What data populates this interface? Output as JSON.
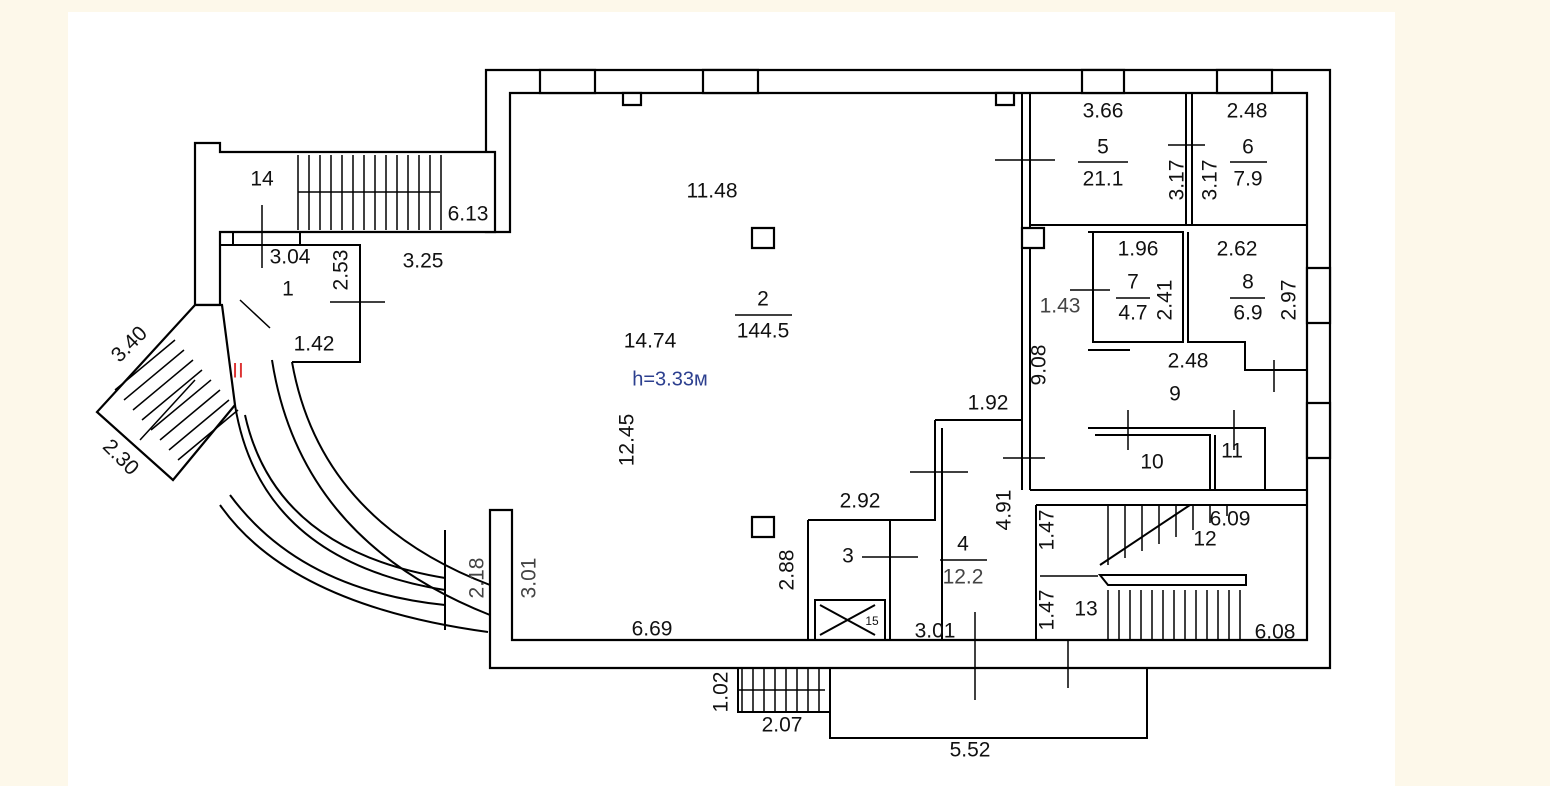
{
  "rooms": {
    "r1": {
      "num": "1"
    },
    "r2": {
      "num": "2",
      "area": "144.5",
      "width": "11.48",
      "depth": "14.74",
      "height_label": "h=3.33м",
      "side": "12.45",
      "d1": "1.92",
      "d2": "2.92",
      "d3": "2.88",
      "d4": "6.69",
      "d5": "3.01"
    },
    "r3": {
      "num": "3"
    },
    "r4": {
      "num": "4",
      "area": "12.2",
      "w": "3.01",
      "h": "4.91"
    },
    "r5": {
      "num": "5",
      "area": "21.1",
      "w": "3.66",
      "h": "3.17"
    },
    "r6": {
      "num": "6",
      "area": "7.9",
      "w": "2.48",
      "h": "3.17"
    },
    "r7": {
      "num": "7",
      "area": "4.7",
      "w": "1.96",
      "h": "2.41"
    },
    "r8": {
      "num": "8",
      "area": "6.9",
      "w": "2.62",
      "h": "2.97"
    },
    "r9": {
      "num": "9",
      "w": "2.48",
      "h": "9.08",
      "d": "1.43"
    },
    "r10": {
      "num": "10"
    },
    "r11": {
      "num": "11"
    },
    "r12": {
      "num": "12",
      "len": "6.09",
      "w": "1.47"
    },
    "r13": {
      "num": "13",
      "len": "6.08",
      "w": "1.47"
    },
    "r14": {
      "num": "14",
      "len": "6.13"
    },
    "r15": {
      "num": "15"
    }
  },
  "dims": {
    "d304": "3.04",
    "d325": "3.25",
    "d253": "2.53",
    "d142": "1.42",
    "d340": "3.40",
    "d230": "2.30",
    "d218": "2.18",
    "d102": "1.02",
    "d207": "2.07",
    "d552": "5.52"
  },
  "entrance": {
    "label": "II",
    "color": "#dd3333"
  }
}
